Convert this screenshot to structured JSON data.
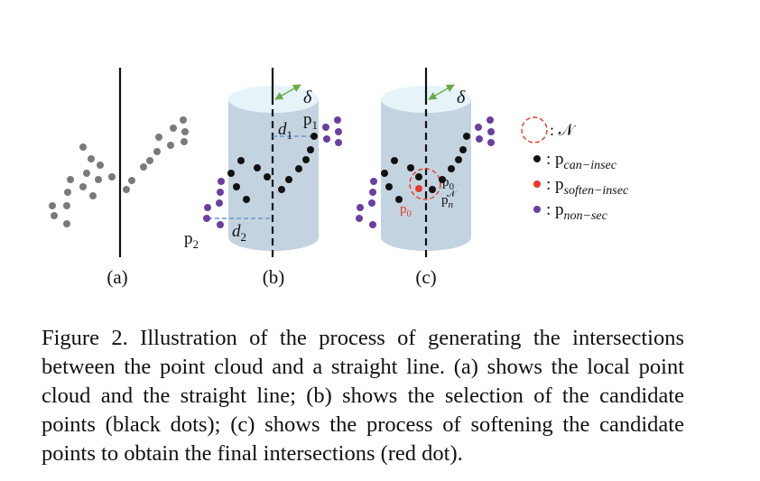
{
  "colors": {
    "gray_point": "#7a7a7a",
    "black_point": "#111111",
    "red_point": "#e8392a",
    "purple_point": "#6b3fa0",
    "cylinder_body": "#c4d3e0",
    "cylinder_top": "#e6f4fa",
    "delta_arrow": "#6aaa4a",
    "dist_line": "#6699cc",
    "neighborhood_circle": "#e8392a"
  },
  "panels": {
    "a": {
      "label": "(a)"
    },
    "b": {
      "label": "(b)",
      "delta": "δ",
      "p1": {
        "base": "p",
        "sub": "1"
      },
      "p2": {
        "base": "p",
        "sub": "2"
      },
      "d1": {
        "base": "d",
        "sub": "1"
      },
      "d2": {
        "base": "d",
        "sub": "2"
      }
    },
    "c": {
      "label": "(c)",
      "delta": "δ",
      "p0_black": {
        "base": "p",
        "sub": "0"
      },
      "p0_red": {
        "base": "p",
        "sub": "0"
      },
      "pn": {
        "base": "p",
        "sub": "n",
        "sup": "𝒩"
      }
    }
  },
  "legend": {
    "items": [
      {
        "symbol": "dashed-circle",
        "text": ": 𝒩"
      },
      {
        "symbol": "black-dot",
        "text": ": p",
        "sub": "can−insec"
      },
      {
        "symbol": "red-dot",
        "text": ": p",
        "sub": "soften−insec"
      },
      {
        "symbol": "purple-dot",
        "text": ": p",
        "sub": "non−sec"
      }
    ]
  },
  "caption": "Figure 2. Illustration of the process of generating the intersections between the point cloud and a straight line. (a) shows the local point cloud and the straight line; (b) shows the selection of the candidate points (black dots); (c) shows the process of softening the candidate points to obtain the final intersections (red dot)."
}
